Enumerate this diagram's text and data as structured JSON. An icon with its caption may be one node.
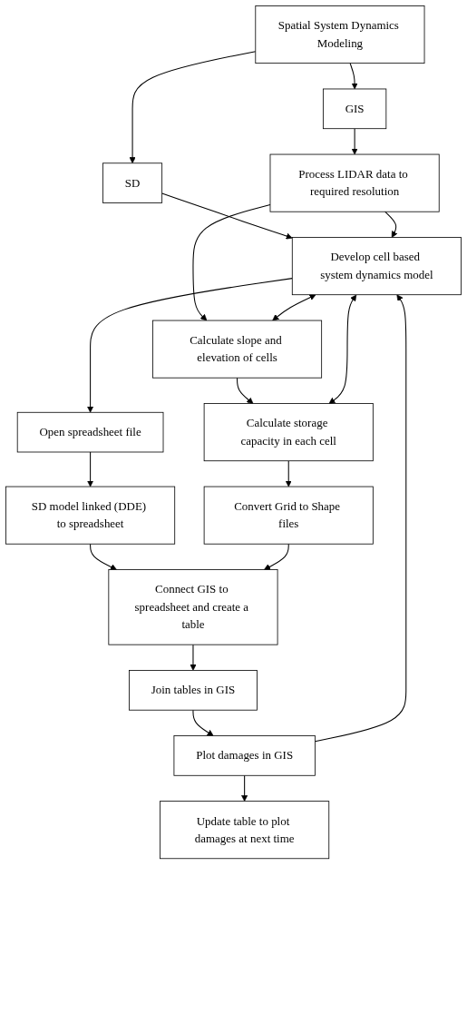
{
  "diagram": {
    "nodes": [
      {
        "text": [
          "Spatial System Dynamics Modeling"
        ]
      },
      {
        "text": [
          "SD"
        ]
      },
      {
        "text": [
          "GIS"
        ]
      },
      {
        "text": [
          "Develop cell based system dynamics model"
        ]
      },
      {
        "text": [
          "Process LIDAR data to required resolution"
        ]
      },
      {
        "text": [
          "Calculate slope and elevation of cells"
        ]
      },
      {
        "text": [
          "Calculate storage capacity in each cell"
        ]
      },
      {
        "text": [
          "Open spreadsheet file"
        ]
      },
      {
        "text": [
          "SD model linked (DDE) to spreadsheet"
        ]
      },
      {
        "text": [
          "Convert Grid to Shape files"
        ]
      },
      {
        "text": [
          "Connect GIS to spreadsheet and create a table"
        ]
      },
      {
        "text": [
          "Join tables in GIS"
        ]
      },
      {
        "text": [
          "Plot damages in GIS"
        ]
      },
      {
        "text": [
          "Update table to plot damages at next time"
        ]
      }
    ],
    "edges": [
      {
        "from": 0,
        "to": 1,
        "arrow": "to"
      },
      {
        "from": 0,
        "to": 2,
        "arrow": "to"
      },
      {
        "from": 1,
        "to": 3,
        "arrow": "to"
      },
      {
        "from": 2,
        "to": 4,
        "arrow": "to"
      },
      {
        "from": 4,
        "to": 3,
        "arrow": "to"
      },
      {
        "from": 4,
        "to": 5,
        "arrow": "to"
      },
      {
        "from": 3,
        "to": 5,
        "arrow": "both"
      },
      {
        "from": 5,
        "to": 6,
        "arrow": "to"
      },
      {
        "from": 3,
        "to": 6,
        "arrow": "both"
      },
      {
        "from": 3,
        "to": 7,
        "arrow": "to"
      },
      {
        "from": 6,
        "to": 9,
        "arrow": "to"
      },
      {
        "from": 7,
        "to": 8,
        "arrow": "to"
      },
      {
        "from": 8,
        "to": 10,
        "arrow": "to"
      },
      {
        "from": 9,
        "to": 10,
        "arrow": "to"
      },
      {
        "from": 10,
        "to": 11,
        "arrow": "to"
      },
      {
        "from": 11,
        "to": 12,
        "arrow": "to"
      },
      {
        "from": 12,
        "to": 3,
        "arrow": "to"
      },
      {
        "from": 12,
        "to": 13,
        "arrow": "to"
      }
    ]
  }
}
